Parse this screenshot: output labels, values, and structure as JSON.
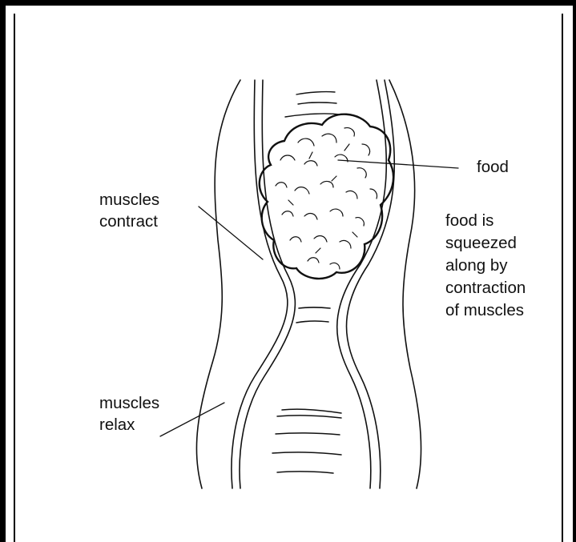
{
  "labels": {
    "muscles_contract": "muscles\ncontract",
    "muscles_relax": "muscles\nrelax",
    "food": "food",
    "food_squeezed": "food is\nsqueezed\nalong by\ncontraction\nof muscles"
  },
  "colors": {
    "ink": "#111111",
    "border": "#000000",
    "background": "#ffffff"
  }
}
